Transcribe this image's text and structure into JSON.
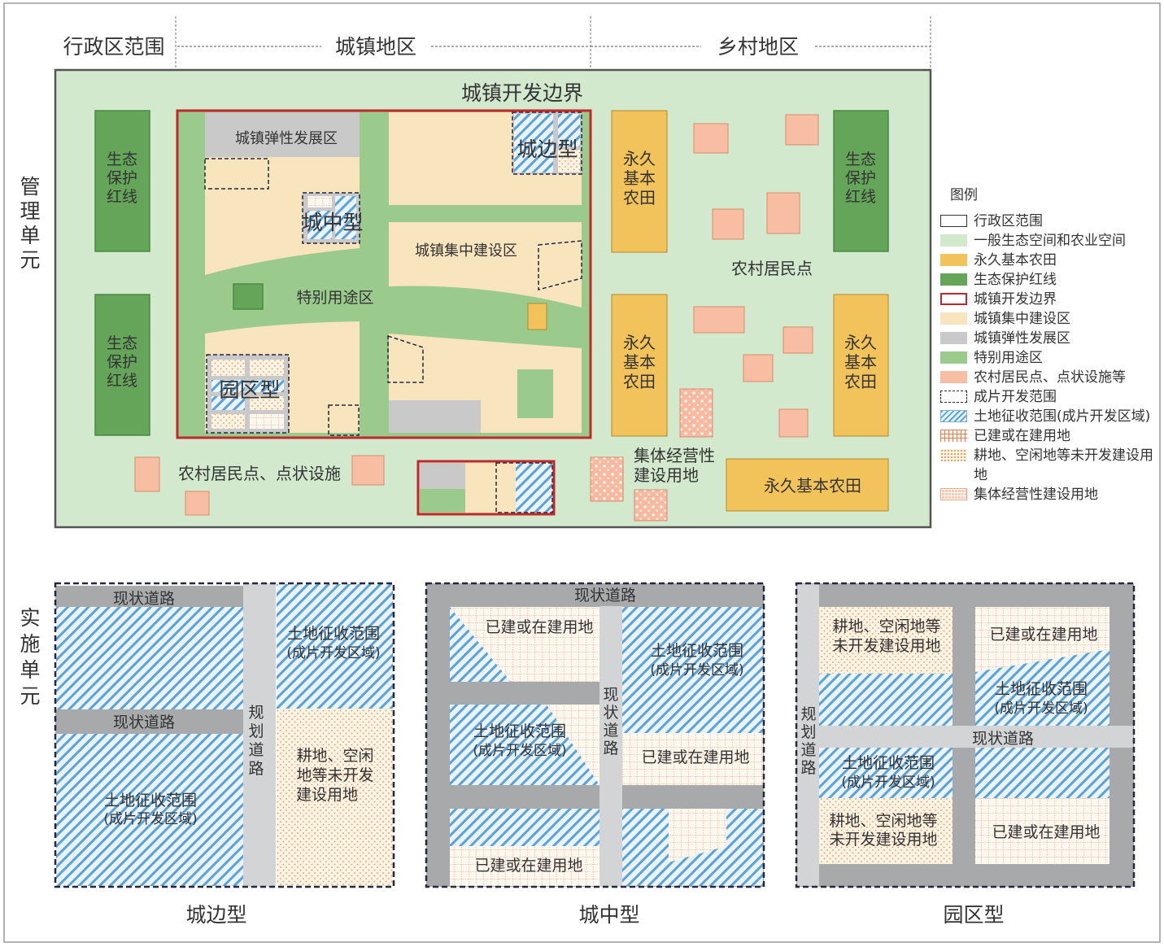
{
  "colors": {
    "ecology_agri": "#d3e9cd",
    "farmland": "#f2c35a",
    "redline": "#65a55a",
    "boundary": "#c0282d",
    "concentrated": "#f8e5be",
    "flexible": "#c9c9c9",
    "special": "#9bcb8c",
    "village": "#f7bea4",
    "hatch_line": "#5aa3d6",
    "built_grid": "#e57a55",
    "dots": "#d89a63",
    "road": "#c8c9cb",
    "unit_border": "#27273f"
  },
  "header": {
    "admin_range": "行政区范围",
    "urban_area": "城镇地区",
    "rural_area": "乡村地区"
  },
  "rows": {
    "management_unit": "管理单元",
    "implementation_unit": "实施单元"
  },
  "map": {
    "dev_boundary": "城镇开发边界",
    "eco_redline": "生态保护红线",
    "flexible_zone": "城镇弹性发展区",
    "concentrated_zone": "城镇集中建设区",
    "special_zone": "特别用途区",
    "type_urban_village": "城中型",
    "type_urban_edge": "城边型",
    "type_park": "园区型",
    "permanent_farmland": "永久基本农田",
    "rural_settlement": "农村居民点",
    "rural_settlement_facility": "农村居民点、点状设施",
    "collective_land_line1": "集体经营性",
    "collective_land_line2": "建设用地"
  },
  "legend": {
    "title": "图例",
    "items": [
      {
        "label": "行政区范围"
      },
      {
        "label": "一般生态空间和农业空间"
      },
      {
        "label": "永久基本农田"
      },
      {
        "label": "生态保护红线"
      },
      {
        "label": "城镇开发边界"
      },
      {
        "label": "城镇集中建设区"
      },
      {
        "label": "城镇弹性发展区"
      },
      {
        "label": "特别用途区"
      },
      {
        "label": "农村居民点、点状设施等"
      },
      {
        "label": "成片开发范围"
      },
      {
        "label": "土地征收范围(成片开发区域)"
      },
      {
        "label": "已建或在建用地"
      },
      {
        "label": "耕地、空闲地等未开发建设用地"
      },
      {
        "label": "集体经营性建设用地"
      }
    ]
  },
  "units": {
    "existing_road": "现状道路",
    "planned_road": "规划道路",
    "acquisition": "土地征收范围",
    "acquisition_note": "(成片开发区域)",
    "built": "已建或在建用地",
    "undeveloped_a": "耕地、空闲地等",
    "undeveloped_b": "未开发建设用地",
    "undeveloped_c1": "耕地、空闲",
    "undeveloped_c2": "地等未开发",
    "undeveloped_c3": "建设用地",
    "caption_edge": "城边型",
    "caption_inner": "城中型",
    "caption_park": "园区型"
  }
}
